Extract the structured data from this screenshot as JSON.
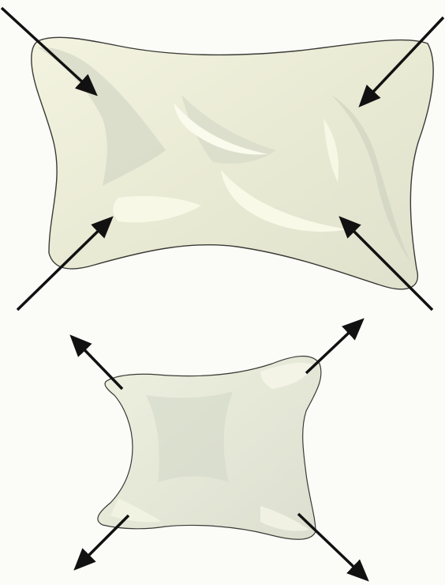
{
  "colors": {
    "background": "#fbfbf8",
    "pillow_fill": "#eeeed8",
    "pillow_highlight": "#fafae9",
    "pillow_shadow": "#cfd3c1",
    "pillow_outline": "#3a3a36",
    "arrow": "#111111"
  },
  "figures": [
    {
      "name": "large-pillow",
      "arrow_direction": "inward"
    },
    {
      "name": "small-pillow",
      "arrow_direction": "outward"
    }
  ]
}
